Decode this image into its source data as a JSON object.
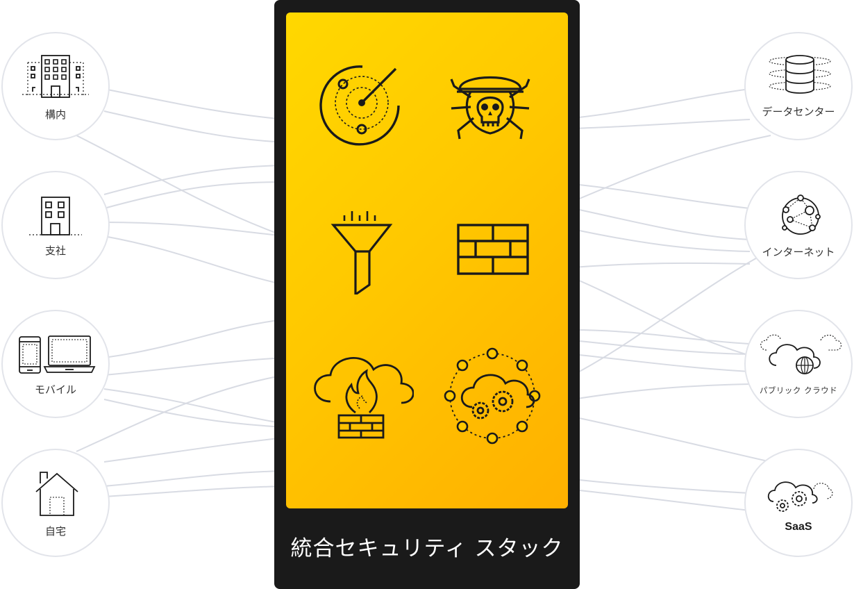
{
  "stack": {
    "title": "統合セキュリティ スタック"
  },
  "left_nodes": [
    {
      "id": "campus",
      "label": "構内",
      "icon": "office-building-icon"
    },
    {
      "id": "branch",
      "label": "支社",
      "icon": "branch-building-icon"
    },
    {
      "id": "mobile",
      "label": "モバイル",
      "icon": "mobile-devices-icon"
    },
    {
      "id": "home",
      "label": "自宅",
      "icon": "house-icon"
    }
  ],
  "right_nodes": [
    {
      "id": "datacenter",
      "label": "データセンター",
      "icon": "database-icon"
    },
    {
      "id": "internet",
      "label": "インターネット",
      "icon": "network-globe-icon"
    },
    {
      "id": "publiccloud",
      "label": "パブリック クラウド",
      "icon": "cloud-globe-icon"
    },
    {
      "id": "saas",
      "label": "SaaS",
      "icon": "cloud-gears-icon"
    }
  ],
  "stack_icons": [
    "radar-icon",
    "malware-bug-icon",
    "filter-funnel-icon",
    "firewall-brick-icon",
    "cloud-firewall-icon",
    "cloud-network-gears-icon"
  ],
  "colors": {
    "panel_yellow": "#ffc800",
    "frame_dark": "#1a1a1a",
    "line_gray": "#d6d9e2",
    "node_border": "#e2e4ea",
    "icon_stroke": "#1a1a1a"
  }
}
